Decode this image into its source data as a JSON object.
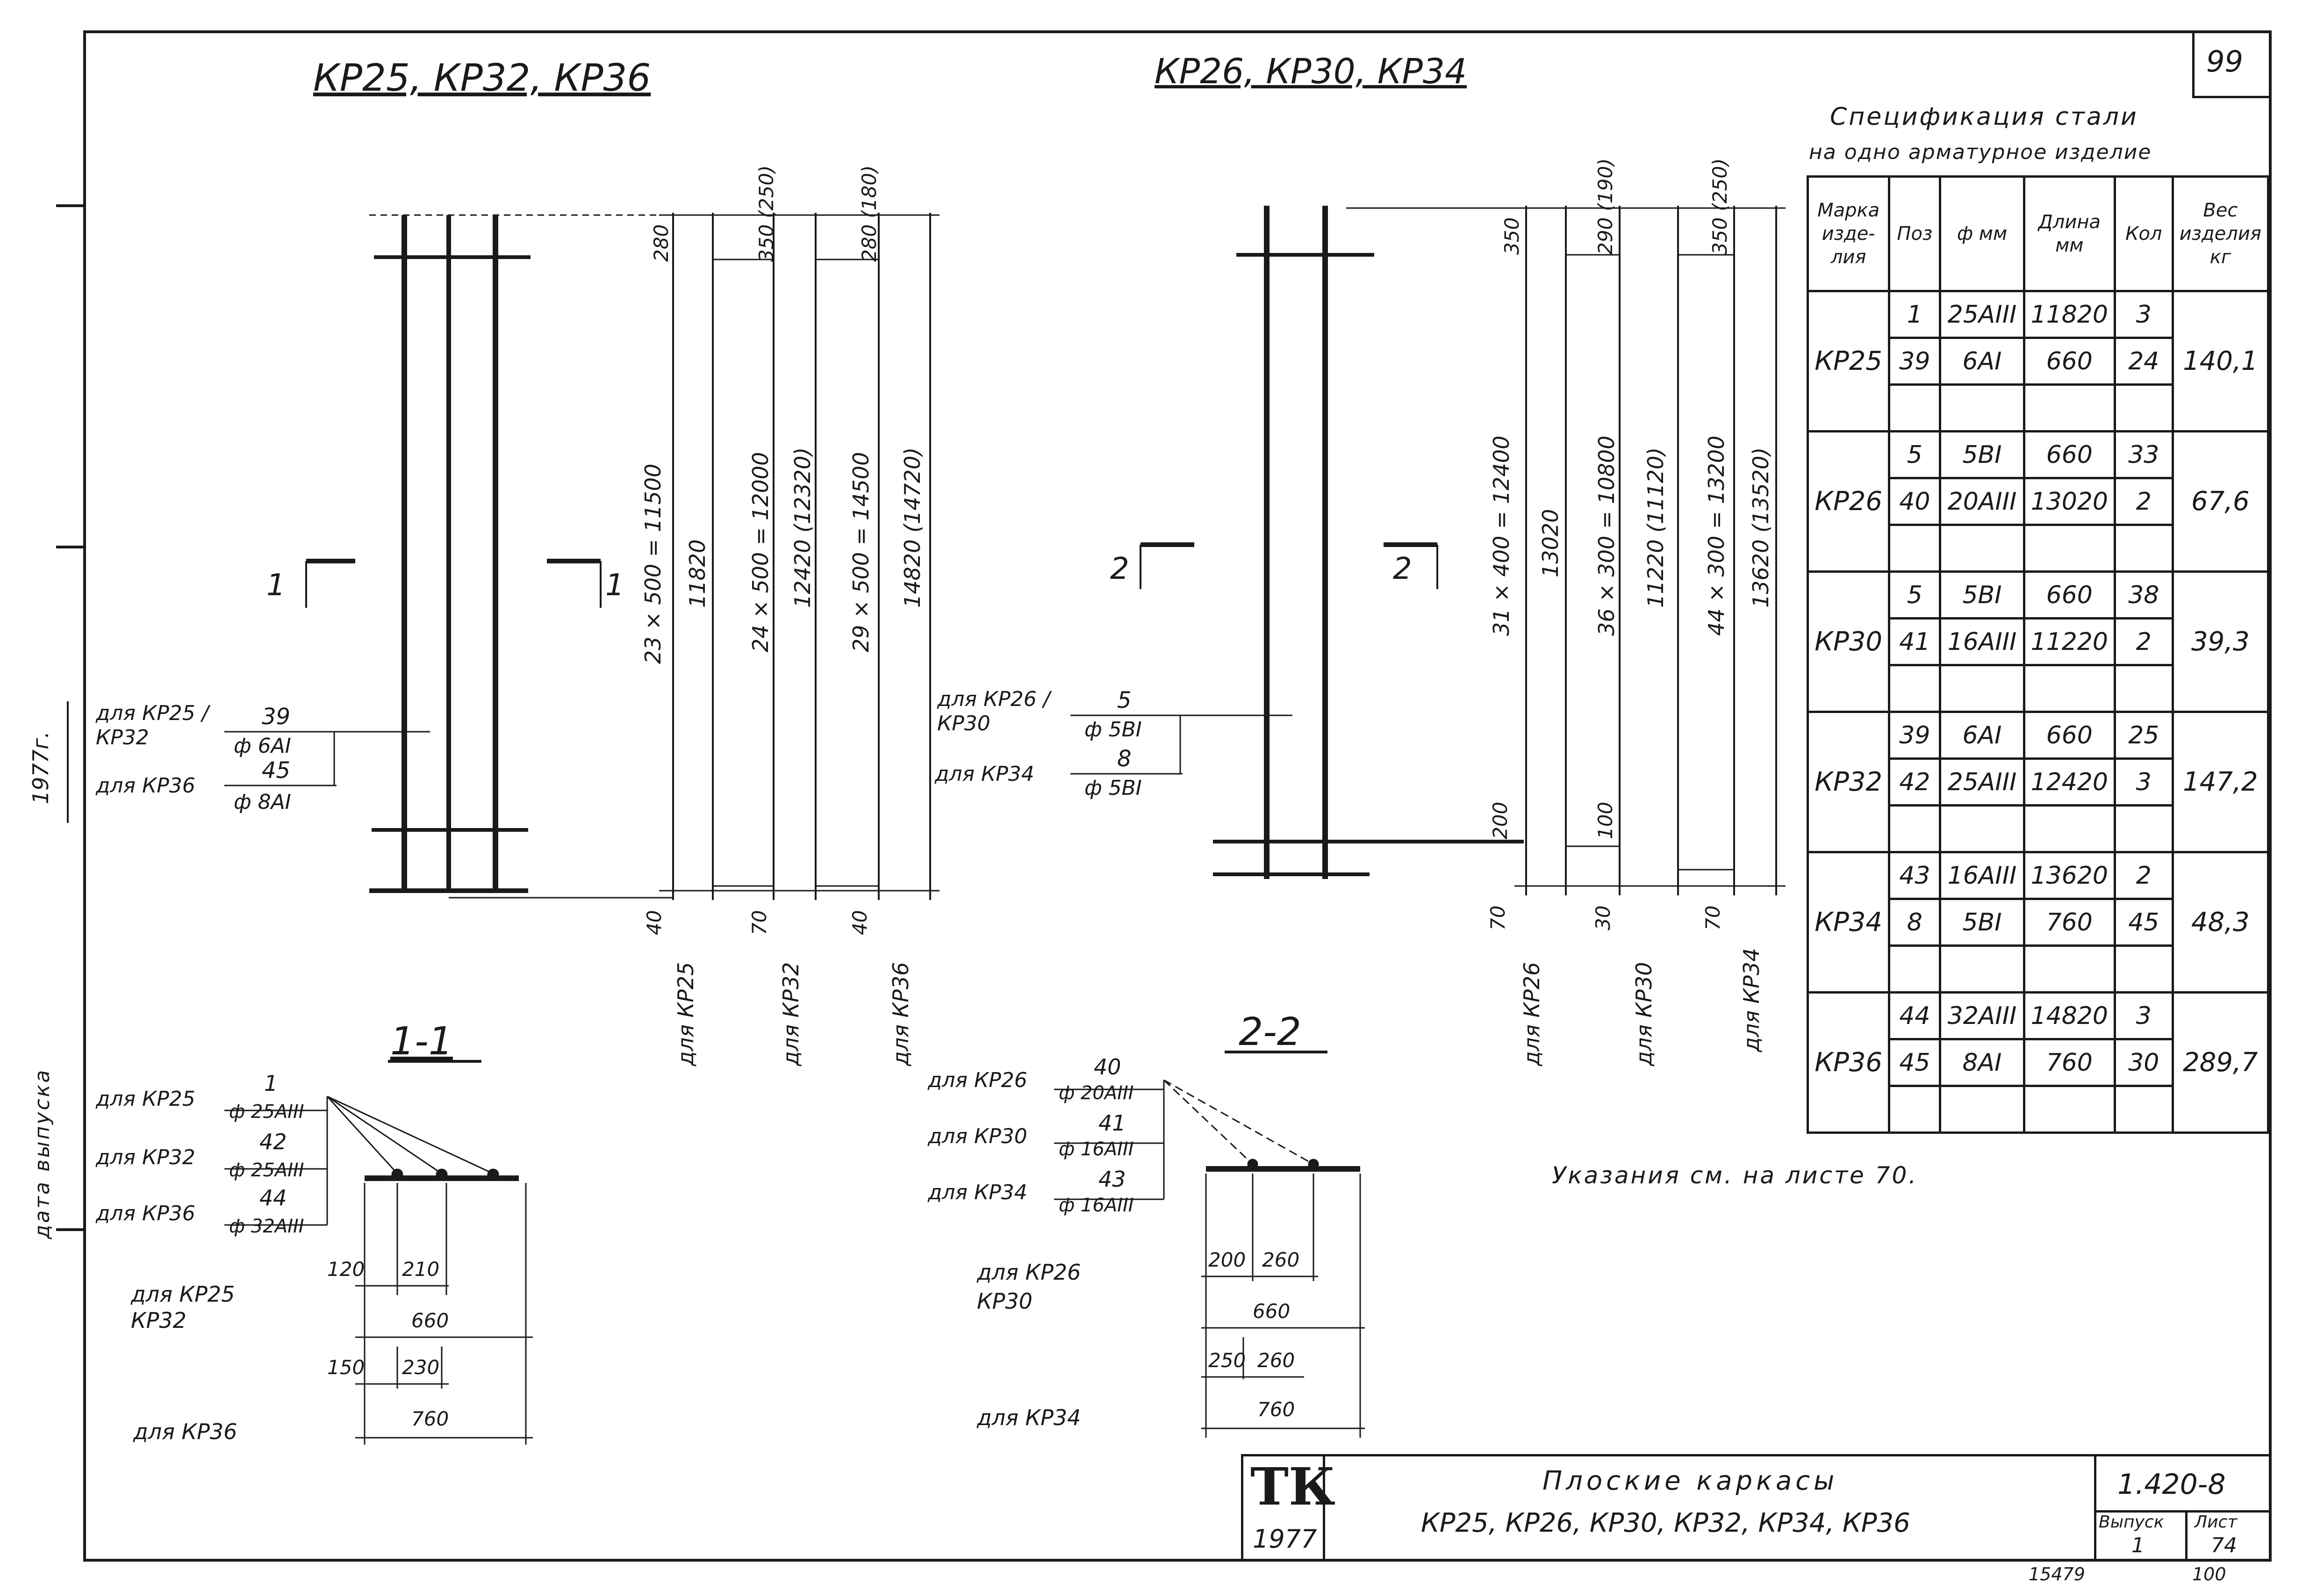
{
  "sheet": {
    "page_number": "99",
    "stamp_bottom": "15479",
    "page_bottom": "100"
  },
  "left_title": "КР25, КР32, КР36",
  "right_title": "КР26, КР30, КР34",
  "spec": {
    "title_line1": "Спецификация стали",
    "title_line2": "на одно арматурное изделие",
    "headers": [
      "Марка изде- лия",
      "Поз",
      "ф мм",
      "Длина мм",
      "Кол",
      "Вес изделия кг"
    ],
    "groups": [
      {
        "mark": "КР25",
        "weight": "140,1",
        "rows": [
          [
            "1",
            "25АIII",
            "11820",
            "3"
          ],
          [
            "39",
            "6АI",
            "660",
            "24"
          ]
        ]
      },
      {
        "mark": "КР26",
        "weight": "67,6",
        "rows": [
          [
            "5",
            "5ВI",
            "660",
            "33"
          ],
          [
            "40",
            "20АIII",
            "13020",
            "2"
          ]
        ]
      },
      {
        "mark": "КР30",
        "weight": "39,3",
        "rows": [
          [
            "5",
            "5ВI",
            "660",
            "38"
          ],
          [
            "41",
            "16АIII",
            "11220",
            "2"
          ]
        ]
      },
      {
        "mark": "КР32",
        "weight": "147,2",
        "rows": [
          [
            "39",
            "6АI",
            "660",
            "25"
          ],
          [
            "42",
            "25АIII",
            "12420",
            "3"
          ]
        ]
      },
      {
        "mark": "КР34",
        "weight": "48,3",
        "rows": [
          [
            "43",
            "16АIII",
            "13620",
            "2"
          ],
          [
            "8",
            "5ВI",
            "760",
            "45"
          ]
        ]
      },
      {
        "mark": "КР36",
        "weight": "289,7",
        "rows": [
          [
            "44",
            "32АIII",
            "14820",
            "3"
          ],
          [
            "45",
            "8АI",
            "760",
            "30"
          ]
        ]
      }
    ]
  },
  "note": "Указания см. на листе 70.",
  "left_frame": {
    "section_marks": [
      "1",
      "1"
    ],
    "callout1_label": "для КР25 / КР32",
    "callout1_num": "39",
    "callout1_bar": "ф 6АI",
    "callout2_label": "для КР36",
    "callout2_num": "45",
    "callout2_bar": "ф 8АI",
    "top_dims": [
      "280",
      "350 (250)",
      "280 (180)"
    ],
    "bottom_dims": [
      "40",
      "70",
      "40"
    ],
    "span_dims": [
      "23 × 500 = 11500",
      "11820",
      "24 × 500 = 12000",
      "12420 (12320)",
      "29 × 500 = 14500",
      "14820 (14720)"
    ],
    "for_labels": [
      "для КР25",
      "для КР32",
      "для КР36"
    ]
  },
  "right_frame": {
    "section_marks": [
      "2",
      "2"
    ],
    "callout1_label": "для КР26 / КР30",
    "callout1_num": "5",
    "callout1_bar": "ф 5ВI",
    "callout2_label": "для КР34",
    "callout2_num": "8",
    "callout2_bar": "ф 5ВI",
    "top_dims": [
      "350",
      "290 (190)",
      "350 (250)"
    ],
    "bottom_dims": [
      "70",
      "200",
      "30",
      "100",
      "70"
    ],
    "span_dims": [
      "31 × 400 = 12400",
      "13020",
      "36 × 300 = 10800",
      "11220 (11120)",
      "44 × 300 = 13200",
      "13620 (13520)"
    ],
    "for_labels": [
      "для КР26",
      "для КР30",
      "для КР34"
    ]
  },
  "section1": {
    "title": "1-1",
    "labels": [
      "для КР25",
      "для КР32",
      "для КР36"
    ],
    "nums": [
      "1",
      "42",
      "44"
    ],
    "bars": [
      "ф 25АIII",
      "ф 25АIII",
      "ф 32АIII"
    ],
    "for_a": "для КР25 КР32",
    "dims_a": [
      "120",
      "210",
      "660"
    ],
    "dims_b": [
      "150",
      "230",
      "760"
    ],
    "for_b": "для КР36"
  },
  "section2": {
    "title": "2-2",
    "labels": [
      "для КР26",
      "для КР30",
      "для КР34"
    ],
    "nums": [
      "40",
      "41",
      "43"
    ],
    "bars": [
      "ф 20АIII",
      "ф 16АIII",
      "ф 16АIII"
    ],
    "for_a": "для КР26 КР30",
    "dims_a": [
      "200",
      "260",
      "660"
    ],
    "dims_b": [
      "250",
      "260",
      "760"
    ],
    "for_b": "для КР34"
  },
  "side_labels": [
    "1977г.",
    "дата выпуска"
  ],
  "title_block": {
    "logo": "ТК",
    "year": "1977",
    "title_line1": "Плоские каркасы",
    "title_line2": "КР25, КР26, КР30, КР32, КР34, КР36",
    "code": "1.420-8",
    "issue_label": "Выпуск",
    "issue": "1",
    "sheet_label": "Лист",
    "sheet": "74"
  }
}
